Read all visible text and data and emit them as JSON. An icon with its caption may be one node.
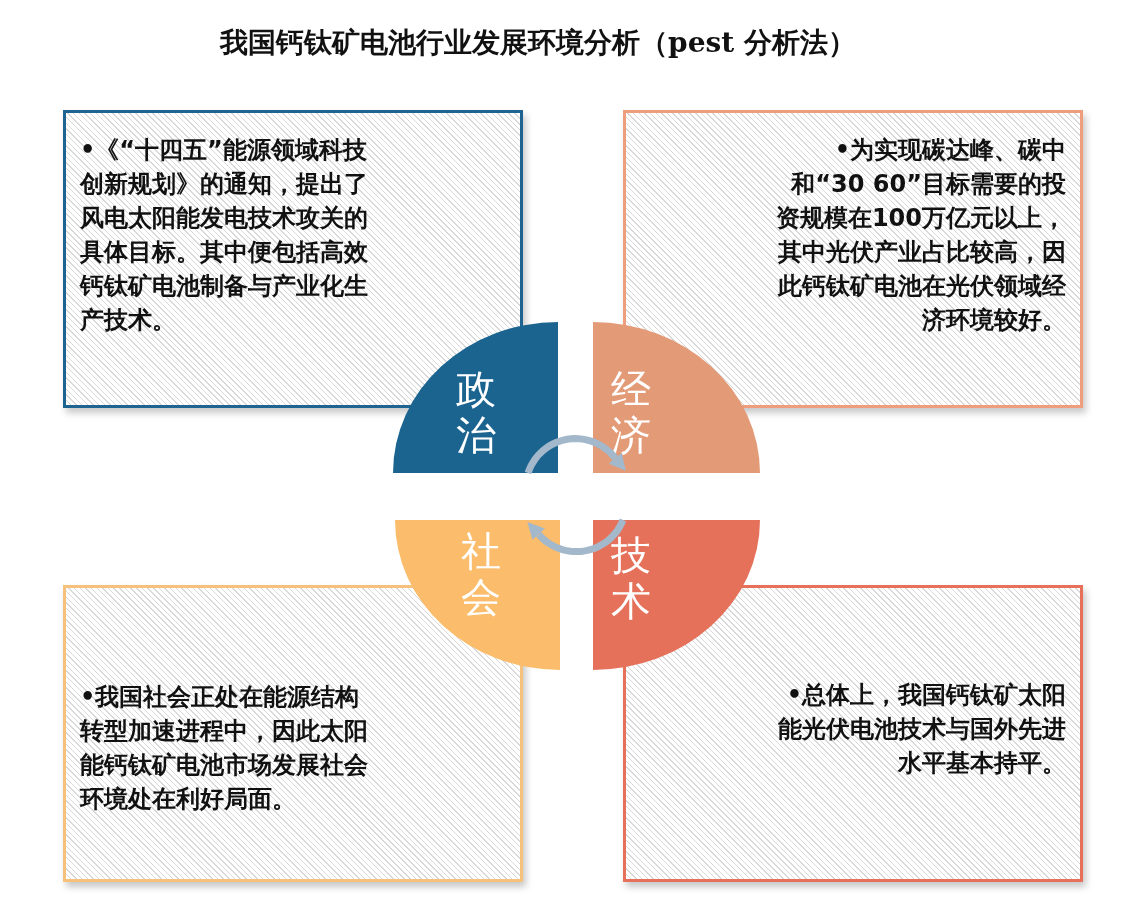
{
  "diagram": {
    "title": "我国钙钛矿电池行业发展环境分析（pest 分析法）",
    "nodes": [
      {
        "text": [
          "•《“十四五”能源领域科技创新规划》的通知，提出了风电太阳能发电技术攻关的具体目标。其中便包括高效钙钛矿电池制备与产业化生产技术。"
        ]
      },
      {
        "text": [
          "•为实现碳达峰、碳中和“30 60”目标需要的投资规模在100万亿元以上，其中光伏产业占比较高，因此钙钛矿电池在光伏领域经济环境较好。"
        ]
      },
      {
        "text": [
          "政治"
        ]
      },
      {
        "text": [
          "经济"
        ]
      },
      {
        "text": [
          "社会"
        ]
      },
      {
        "text": [
          "技术"
        ]
      },
      {
        "text": [
          "•我国社会正处在能源结构转型加速进程中，因此太阳能钙钛矿电池市场发展社会环境处在利好局面。"
        ]
      },
      {
        "text": [
          "•总体上，我国钙钛矿太阳能光伏电池技术与国外先进水平基本持平。"
        ]
      }
    ],
    "edges": [
      {
        "from": 2,
        "to": 3,
        "arrow": "to"
      },
      {
        "from": 5,
        "to": 4,
        "arrow": "to"
      }
    ]
  }
}
